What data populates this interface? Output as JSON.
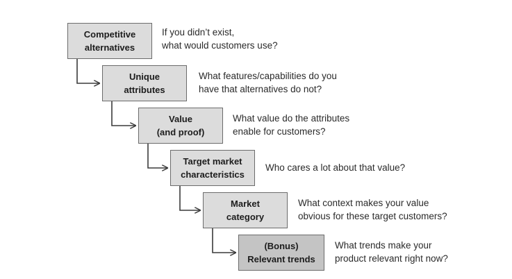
{
  "steps": [
    {
      "label_lines": [
        "Competitive",
        "alternatives"
      ],
      "question_lines": [
        "If you didn’t exist,",
        "what would customers use?"
      ],
      "fill": "#dcdcdc"
    },
    {
      "label_lines": [
        "Unique",
        "attributes"
      ],
      "question_lines": [
        "What features/capabilities do you",
        "have that alternatives do not?"
      ],
      "fill": "#dcdcdc"
    },
    {
      "label_lines": [
        "Value",
        "(and proof)"
      ],
      "question_lines": [
        "What value do the attributes",
        "enable for customers?"
      ],
      "fill": "#dcdcdc"
    },
    {
      "label_lines": [
        "Target market",
        "characteristics"
      ],
      "question_lines": [
        "Who cares a lot about that value?"
      ],
      "fill": "#dcdcdc"
    },
    {
      "label_lines": [
        "Market",
        "category"
      ],
      "question_lines": [
        "What context makes your value",
        "obvious for these target customers?"
      ],
      "fill": "#dcdcdc"
    },
    {
      "label_lines": [
        "(Bonus)",
        "Relevant trends"
      ],
      "question_lines": [
        "What trends make your",
        "product relevant right now?"
      ],
      "fill": "#c4c4c4"
    }
  ],
  "colors": {
    "border": "#6b6b6b",
    "connector": "#3a3a3a",
    "text": "#1c1c1c"
  }
}
